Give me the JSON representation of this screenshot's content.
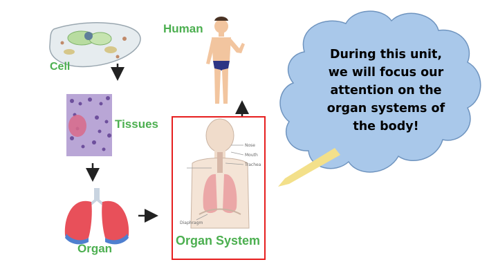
{
  "labels": {
    "cell": "Cell",
    "human": "Human",
    "tissues": "Tissues",
    "organ": "Organ",
    "organ_system": "Organ System"
  },
  "bubble": {
    "lines": [
      "During this unit,",
      "we will focus our",
      "attention on the",
      "organ systems of",
      "the body!"
    ]
  },
  "diagram_small_labels": [
    "Nose",
    "Mouth",
    "Trachea",
    "Diaphragm"
  ],
  "colors": {
    "label_green": "#4caf50",
    "highlight_red": "#e61e1e",
    "bubble_fill": "#a9c8ea",
    "bubble_stroke": "#6f94bf",
    "pointer_yellow": "#f3e08a"
  }
}
